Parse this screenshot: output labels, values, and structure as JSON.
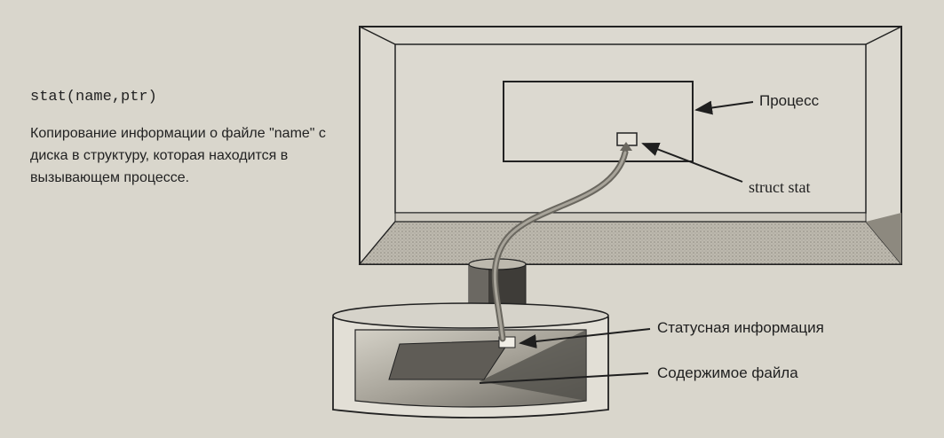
{
  "caption": {
    "call": "stat(name,ptr)",
    "description": "Копирование информации о файле \"name\" с диска в структуру, которая находится в вызывающем процессе."
  },
  "labels": {
    "process": "Процесс",
    "struct_stat": "struct stat",
    "status_info": "Статусная информация",
    "file_contents": "Содержимое файла"
  }
}
